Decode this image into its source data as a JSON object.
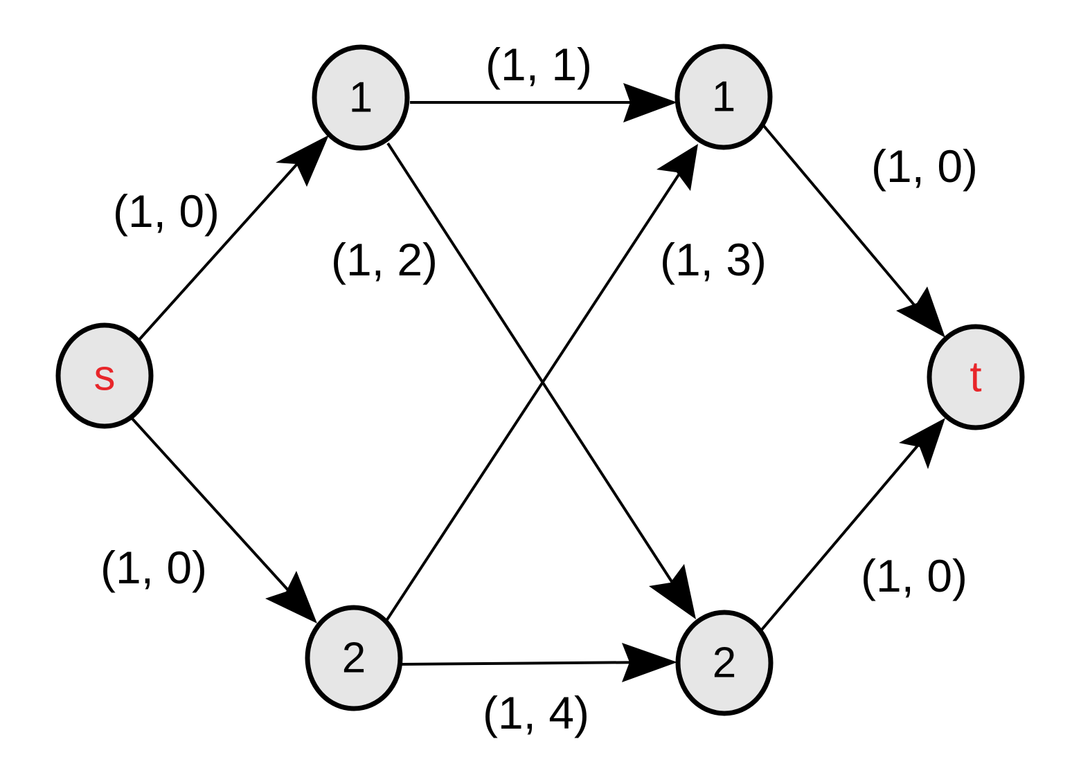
{
  "colors": {
    "terminal_label": "#e8262a",
    "inner_label": "#000000",
    "node_fill": "#e6e6e6"
  },
  "nodes": {
    "source": {
      "label": "s"
    },
    "left_top": {
      "label": "1"
    },
    "left_bottom": {
      "label": "2"
    },
    "right_top": {
      "label": "1"
    },
    "right_bottom": {
      "label": "2"
    },
    "sink": {
      "label": "t"
    }
  },
  "edges": {
    "s_to_lt": {
      "label": "(1, 0)"
    },
    "s_to_lb": {
      "label": "(1, 0)"
    },
    "lt_to_rt": {
      "label": "(1, 1)"
    },
    "lt_to_rb": {
      "label": "(1, 2)"
    },
    "lb_to_rt": {
      "label": "(1, 3)"
    },
    "lb_to_rb": {
      "label": "(1, 4)"
    },
    "rt_to_t": {
      "label": "(1, 0)"
    },
    "rb_to_t": {
      "label": "(1, 0)"
    }
  }
}
